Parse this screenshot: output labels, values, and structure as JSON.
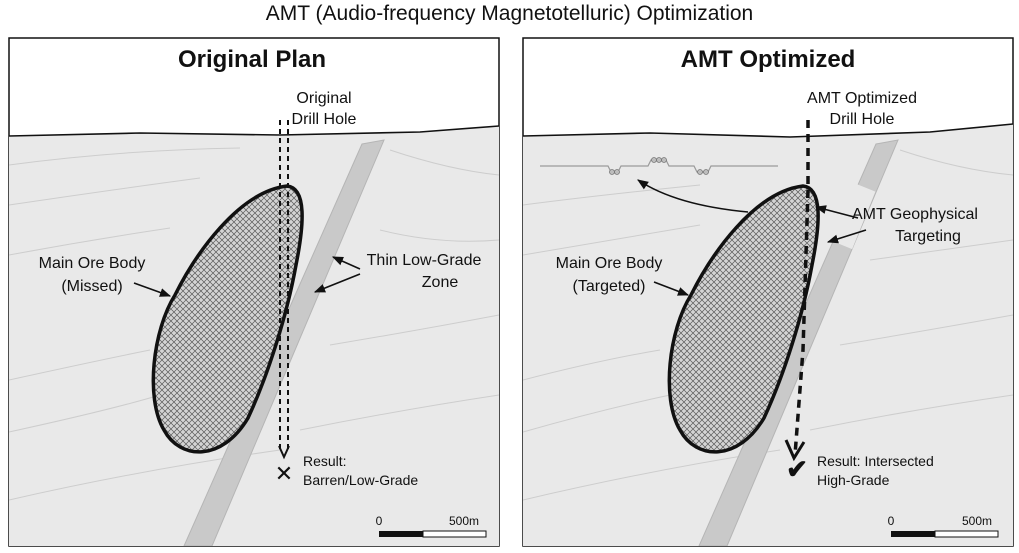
{
  "title": "AMT (Audio-frequency Magnetotelluric) Optimization",
  "left_panel": {
    "title": "Original Plan",
    "drill_label": [
      "Original",
      "Drill Hole"
    ],
    "ore_label": [
      "Main Ore Body",
      "(Missed)"
    ],
    "zone_label": [
      "Thin Low-Grade",
      "Zone"
    ],
    "result_label": [
      "Result:",
      "Barren/Low-Grade"
    ],
    "result_marker": "✕",
    "scale": {
      "start": "0",
      "end": "500m"
    }
  },
  "right_panel": {
    "title": "AMT Optimized",
    "drill_label": [
      "AMT Optimized",
      "Drill Hole"
    ],
    "ore_label": [
      "Main Ore Body",
      "(Targeted)"
    ],
    "targeting_label": [
      "AMT Geophysical",
      "Targeting"
    ],
    "result_label": [
      "Result: Intersected",
      "High-Grade"
    ],
    "result_marker": "✔",
    "scale": {
      "start": "0",
      "end": "500m"
    }
  },
  "colors": {
    "ground": "#e9e9e9",
    "zone": "#c9c9c9",
    "outline": "#111111",
    "sky": "#ffffff"
  }
}
